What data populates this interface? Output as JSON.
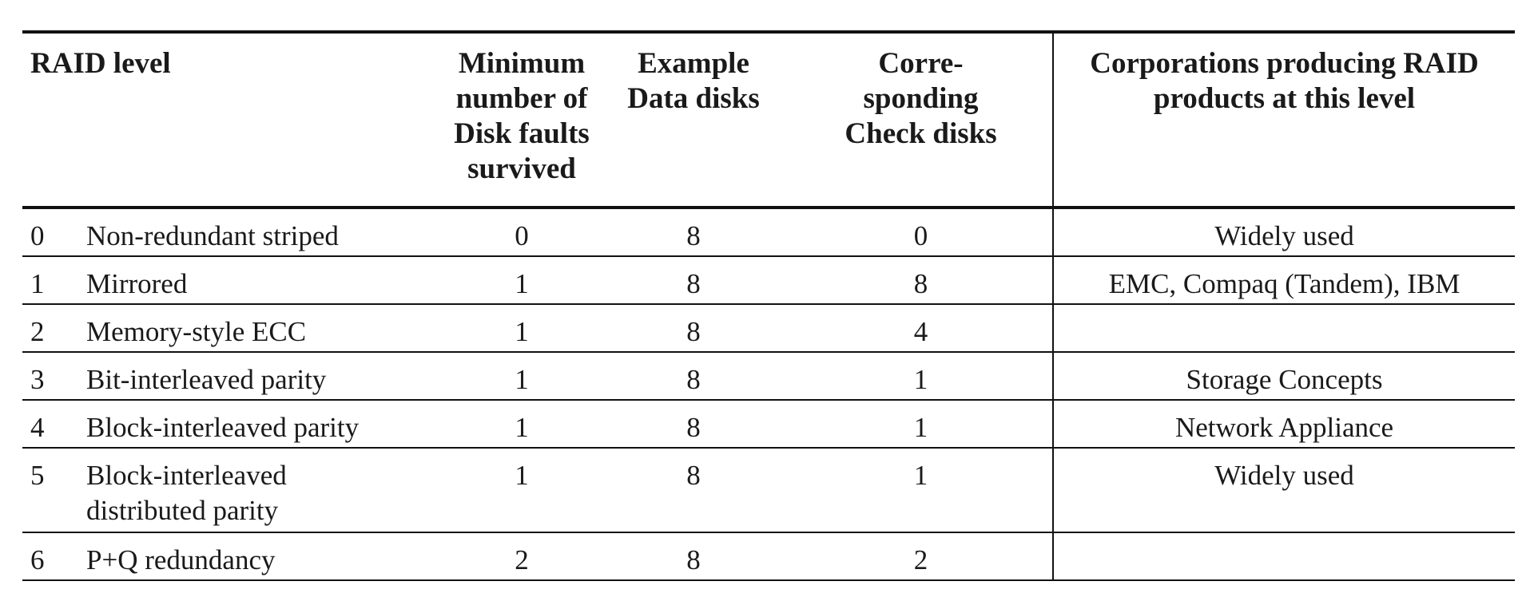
{
  "headers": {
    "raid_level": "RAID level",
    "min_faults": "Minimum number of Disk faults survived",
    "data_disks": "Example Data disks",
    "check_disks": "Corre-sponding Check disks",
    "corporations": "Corporations producing RAID products at this level"
  },
  "rows": [
    {
      "level": "0",
      "name": "Non-redundant striped",
      "faults": "0",
      "data": "8",
      "check": "0",
      "corps": "Widely used"
    },
    {
      "level": "1",
      "name": "Mirrored",
      "faults": "1",
      "data": "8",
      "check": "8",
      "corps": "EMC, Compaq (Tandem), IBM"
    },
    {
      "level": "2",
      "name": "Memory-style ECC",
      "faults": "1",
      "data": "8",
      "check": "4",
      "corps": ""
    },
    {
      "level": "3",
      "name": "Bit-interleaved parity",
      "faults": "1",
      "data": "8",
      "check": "1",
      "corps": "Storage Concepts"
    },
    {
      "level": "4",
      "name": "Block-interleaved parity",
      "faults": "1",
      "data": "8",
      "check": "1",
      "corps": "Network Appliance"
    },
    {
      "level": "5",
      "name": "Block-interleaved distributed parity",
      "faults": "1",
      "data": "8",
      "check": "1",
      "corps": "Widely used"
    },
    {
      "level": "6",
      "name": "P+Q redundancy",
      "faults": "2",
      "data": "8",
      "check": "2",
      "corps": ""
    }
  ]
}
